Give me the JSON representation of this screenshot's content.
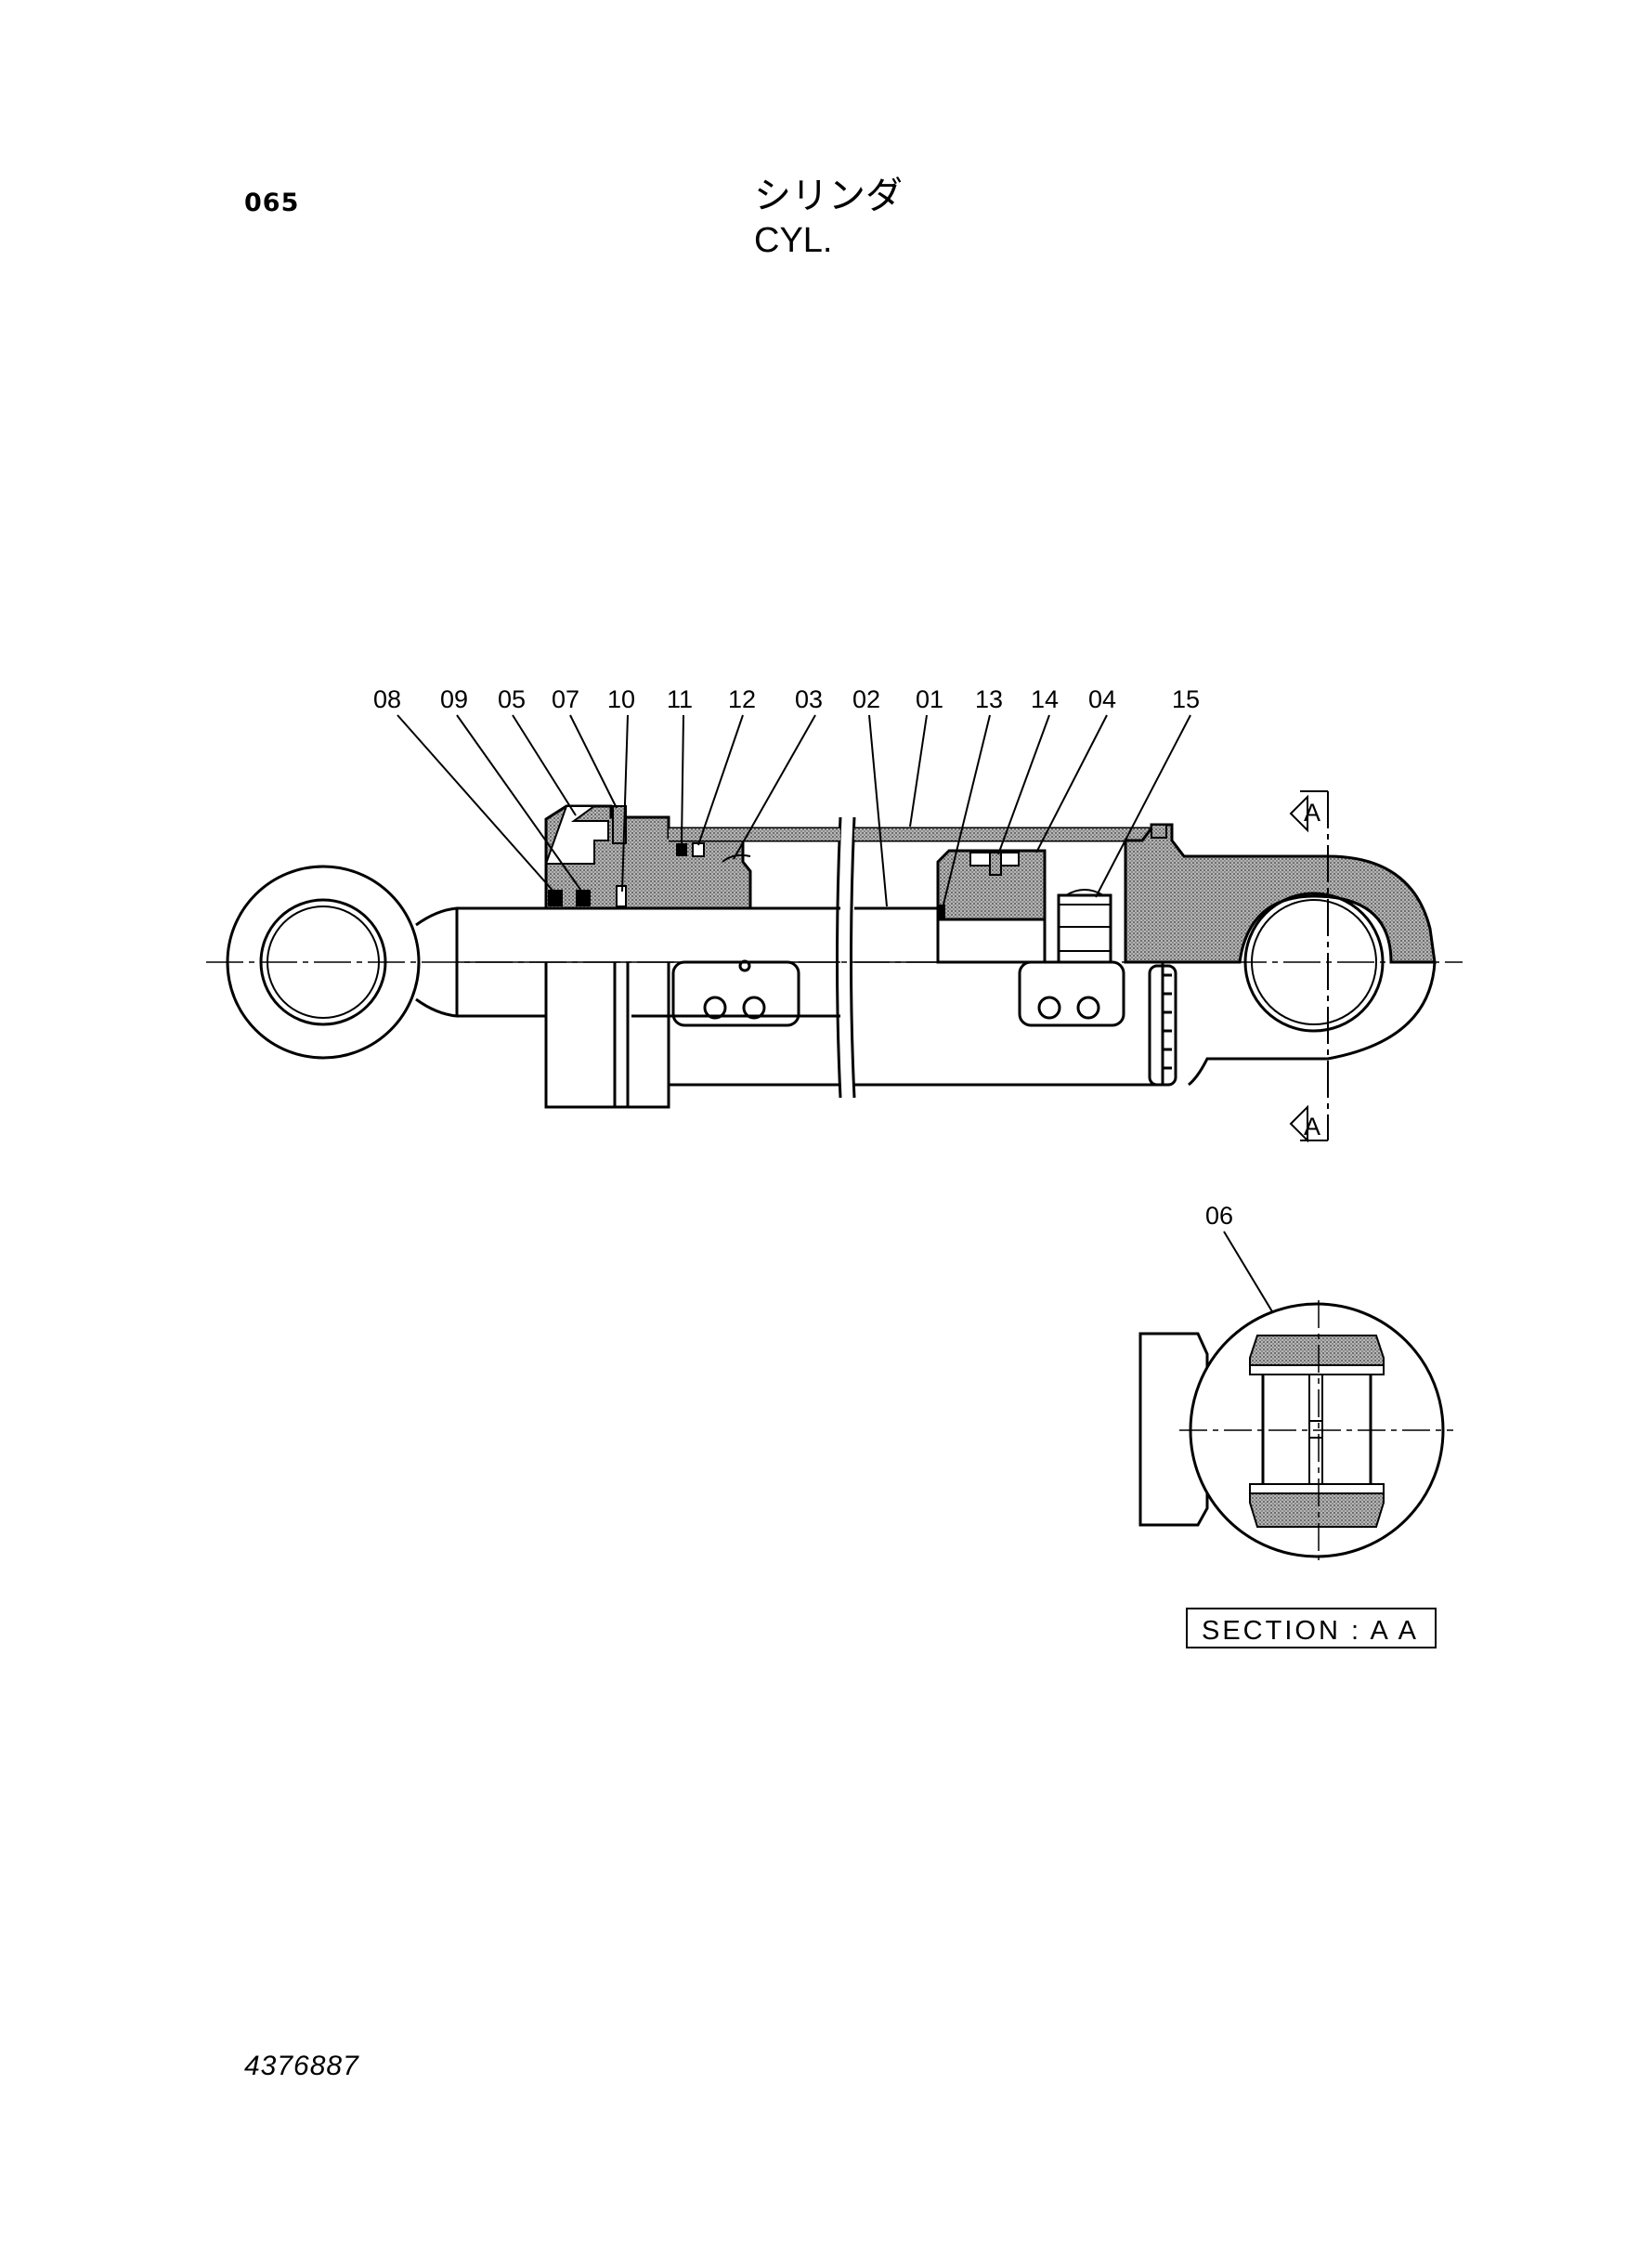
{
  "header": {
    "page_number": "065",
    "title_jp": "シリンダ",
    "title_en": "CYL."
  },
  "callouts": {
    "p08": "08",
    "p09": "09",
    "p05": "05",
    "p07": "07",
    "p10": "10",
    "p11": "11",
    "p12": "12",
    "p03": "03",
    "p02": "02",
    "p01": "01",
    "p13": "13",
    "p14": "14",
    "p04": "04",
    "p15": "15",
    "p06": "06"
  },
  "section_markers": {
    "top": "A",
    "bottom": "A"
  },
  "section_label": "SECTION : A A",
  "footer": {
    "drawing_number": "4376887"
  },
  "colors": {
    "line": "#000000",
    "hatch": "#8a8a8a",
    "background": "#ffffff"
  }
}
